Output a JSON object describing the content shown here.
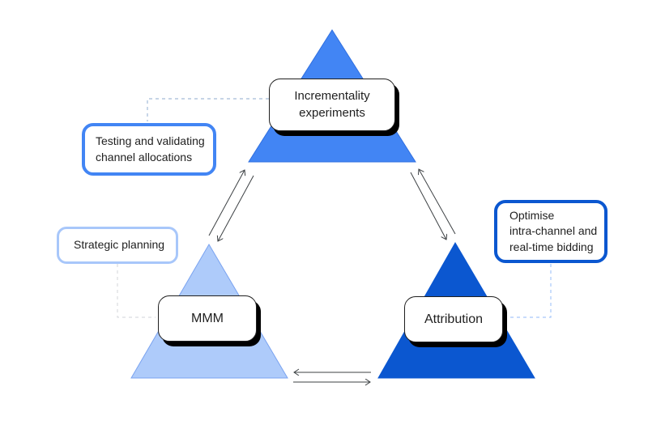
{
  "nodes": {
    "incrementality": {
      "label": "Incrementality\nexperiments"
    },
    "mmm": {
      "label": "MMM"
    },
    "attribution": {
      "label": "Attribution"
    }
  },
  "callouts": {
    "testing": {
      "label": "Testing and validating\nchannel allocations"
    },
    "strategic": {
      "label": "Strategic planning"
    },
    "optimise": {
      "label": "Optimise\nintra-channel and\nreal-time bidding"
    }
  },
  "edges": [
    {
      "from": "mmm",
      "to": "incrementality",
      "bidirectional": true
    },
    {
      "from": "incrementality",
      "to": "attribution",
      "bidirectional": true
    },
    {
      "from": "mmm",
      "to": "attribution",
      "bidirectional": true
    }
  ],
  "colors": {
    "triangle_top": "#4285F4",
    "triangle_top_stroke": "#2F6FE0",
    "triangle_mmm": "#AECBFA",
    "triangle_mmm_stroke": "#7AA3F0",
    "triangle_attribution": "#0B57D0",
    "callout_testing_border": "#4285F4",
    "callout_strategic_border": "#A8C7FA",
    "callout_optimise_border": "#0B57D0",
    "connector_top": "#A3BBD8",
    "connector_left": "#DADCE0",
    "connector_right": "#A8C7FA",
    "arrow": "#3C4043",
    "node_shadow": "#000000"
  }
}
